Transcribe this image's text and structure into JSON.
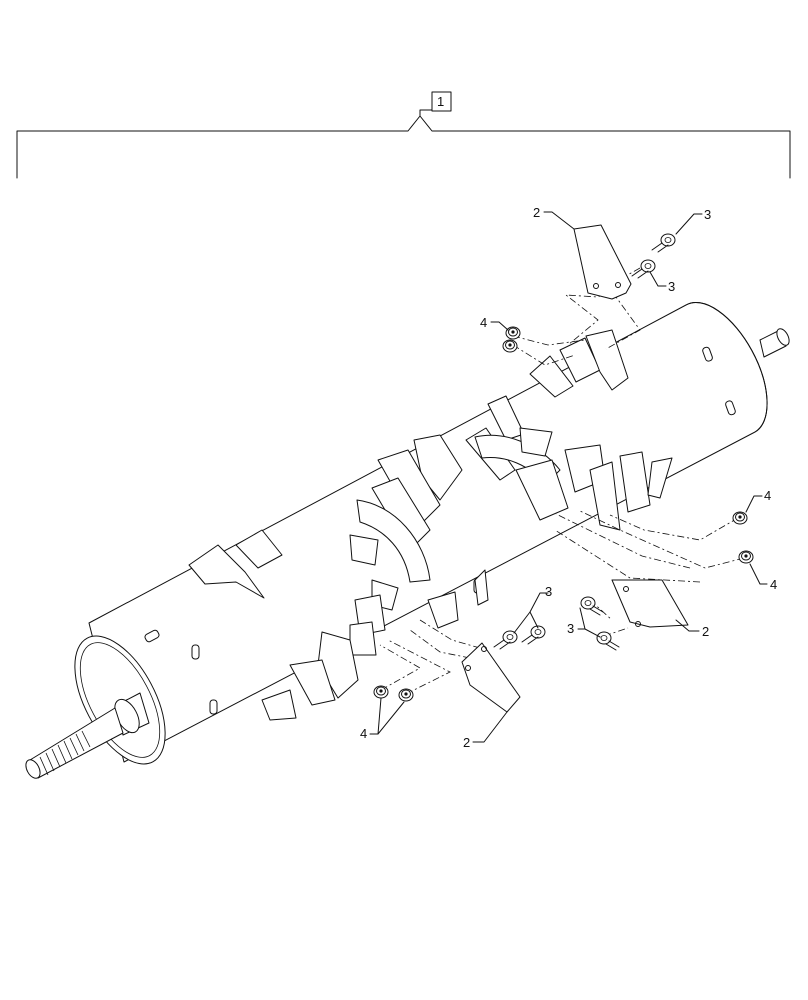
{
  "assembly": {
    "callout": "1"
  },
  "callouts": {
    "flight_top": "2",
    "flight_right": "2",
    "flight_bottom": "2",
    "bolt_top_a": "3",
    "bolt_top_b": "3",
    "bolt_right": "3",
    "bolt_bottom": "3",
    "nut_top": "4",
    "nut_right_a": "4",
    "nut_right_b": "4",
    "nut_bottom": "4"
  },
  "colors": {
    "line": "#111111",
    "background": "#ffffff"
  },
  "icons": {
    "bolt": "flange-bolt-icon",
    "nut": "flange-nut-icon",
    "flight": "flight-plate-icon"
  }
}
